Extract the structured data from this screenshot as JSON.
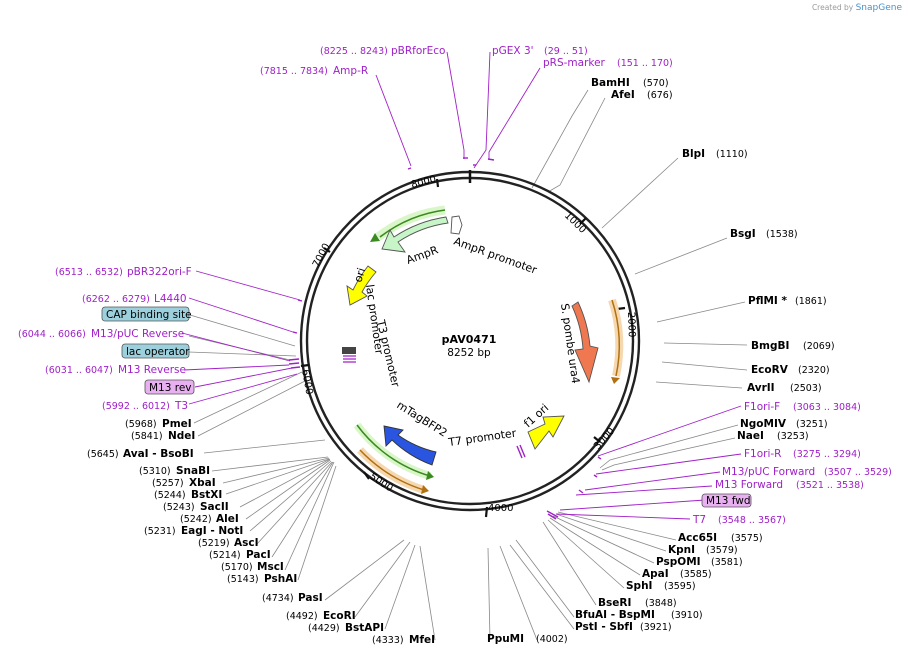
{
  "credit": {
    "prefix": "Created by",
    "brand": "SnapGene"
  },
  "plasmid": {
    "name": "pAV0471",
    "size": "8252 bp"
  },
  "ticks": [
    "1000",
    "2000",
    "3000",
    "4000",
    "5000",
    "6000",
    "7000",
    "8000"
  ],
  "enzymes": [
    {
      "name": "BamHI",
      "pos": "(570)"
    },
    {
      "name": "AfeI",
      "pos": "(676)"
    },
    {
      "name": "BlpI",
      "pos": "(1110)"
    },
    {
      "name": "BsgI",
      "pos": "(1538)"
    },
    {
      "name": "PflMI *",
      "pos": "(1861)"
    },
    {
      "name": "BmgBI",
      "pos": "(2069)"
    },
    {
      "name": "EcoRV",
      "pos": "(2320)"
    },
    {
      "name": "AvrII",
      "pos": "(2503)"
    },
    {
      "name": "NgoMIV",
      "pos": "(3251)"
    },
    {
      "name": "NaeI",
      "pos": "(3253)"
    },
    {
      "name": "Acc65I",
      "pos": "(3575)"
    },
    {
      "name": "KpnI",
      "pos": "(3579)"
    },
    {
      "name": "PspOMI",
      "pos": "(3581)"
    },
    {
      "name": "ApaI",
      "pos": "(3585)"
    },
    {
      "name": "SphI",
      "pos": "(3595)"
    },
    {
      "name": "BseRI",
      "pos": "(3848)"
    },
    {
      "name": "BfuAI - BspMI",
      "pos": "(3910)"
    },
    {
      "name": "PstI - SbfI",
      "pos": "(3921)"
    },
    {
      "name": "PpuMI",
      "pos": "(4002)"
    },
    {
      "name": "MfeI",
      "pos": "(4333)"
    },
    {
      "name": "BstAPI",
      "pos": "(4429)"
    },
    {
      "name": "EcoRI",
      "pos": "(4492)"
    },
    {
      "name": "PasI",
      "pos": "(4734)"
    },
    {
      "name": "PshAI",
      "pos": "(5143)"
    },
    {
      "name": "MscI",
      "pos": "(5170)"
    },
    {
      "name": "PacI",
      "pos": "(5214)"
    },
    {
      "name": "AscI",
      "pos": "(5219)"
    },
    {
      "name": "EagI - NotI",
      "pos": "(5231)"
    },
    {
      "name": "AleI",
      "pos": "(5242)"
    },
    {
      "name": "SacII",
      "pos": "(5243)"
    },
    {
      "name": "BstXI",
      "pos": "(5244)"
    },
    {
      "name": "XbaI",
      "pos": "(5257)"
    },
    {
      "name": "SnaBI",
      "pos": "(5310)"
    },
    {
      "name": "AvaI - BsoBI",
      "pos": "(5645)"
    },
    {
      "name": "NdeI",
      "pos": "(5841)"
    },
    {
      "name": "PmeI",
      "pos": "(5968)"
    }
  ],
  "features": [
    {
      "name": "pBRforEco",
      "pos": "(8225 .. 8243)"
    },
    {
      "name": "pGEX 3'",
      "pos": "(29 .. 51)"
    },
    {
      "name": "pRS-marker",
      "pos": "(151 .. 170)"
    },
    {
      "name": "Amp-R",
      "pos": "(7815 .. 7834)"
    },
    {
      "name": "F1ori-F",
      "pos": "(3063 .. 3084)"
    },
    {
      "name": "F1ori-R",
      "pos": "(3275 .. 3294)"
    },
    {
      "name": "M13/pUC Forward",
      "pos": "(3507 .. 3529)"
    },
    {
      "name": "M13 Forward",
      "pos": "(3521 .. 3538)"
    },
    {
      "name": "M13 fwd",
      "pos": ""
    },
    {
      "name": "T7",
      "pos": "(3548 .. 3567)"
    },
    {
      "name": "pBR322ori-F",
      "pos": "(6513 .. 6532)"
    },
    {
      "name": "L4440",
      "pos": "(6262 .. 6279)"
    },
    {
      "name": "CAP binding site",
      "pos": ""
    },
    {
      "name": "M13/pUC Reverse",
      "pos": "(6044 .. 6066)"
    },
    {
      "name": "lac operator",
      "pos": ""
    },
    {
      "name": "M13 Reverse",
      "pos": "(6031 .. 6047)"
    },
    {
      "name": "M13 rev",
      "pos": ""
    },
    {
      "name": "T3",
      "pos": "(5992 .. 6012)"
    }
  ],
  "arrows": {
    "ampr": "AmpR",
    "ampr_promoter": "AmpR promoter",
    "ura4": "S. pombe ura4",
    "f1ori": "f1 ori",
    "t7_promoter": "T7 promoter",
    "mtag": "mTagBFP2",
    "ori": "ori",
    "lac_promoter": "lac promoter",
    "t3_promoter": "T3 promoter"
  },
  "colors": {
    "feature": "#a020c8",
    "backbone": "#222222",
    "ampr": "#c8f5c8",
    "ura4": "#f07850",
    "f1ori": "#ffff00",
    "ori": "#ffff00",
    "mtag": "#2a55e0",
    "badge_blue": "#9cd0dc",
    "badge_purple": "#e8b0f0"
  }
}
